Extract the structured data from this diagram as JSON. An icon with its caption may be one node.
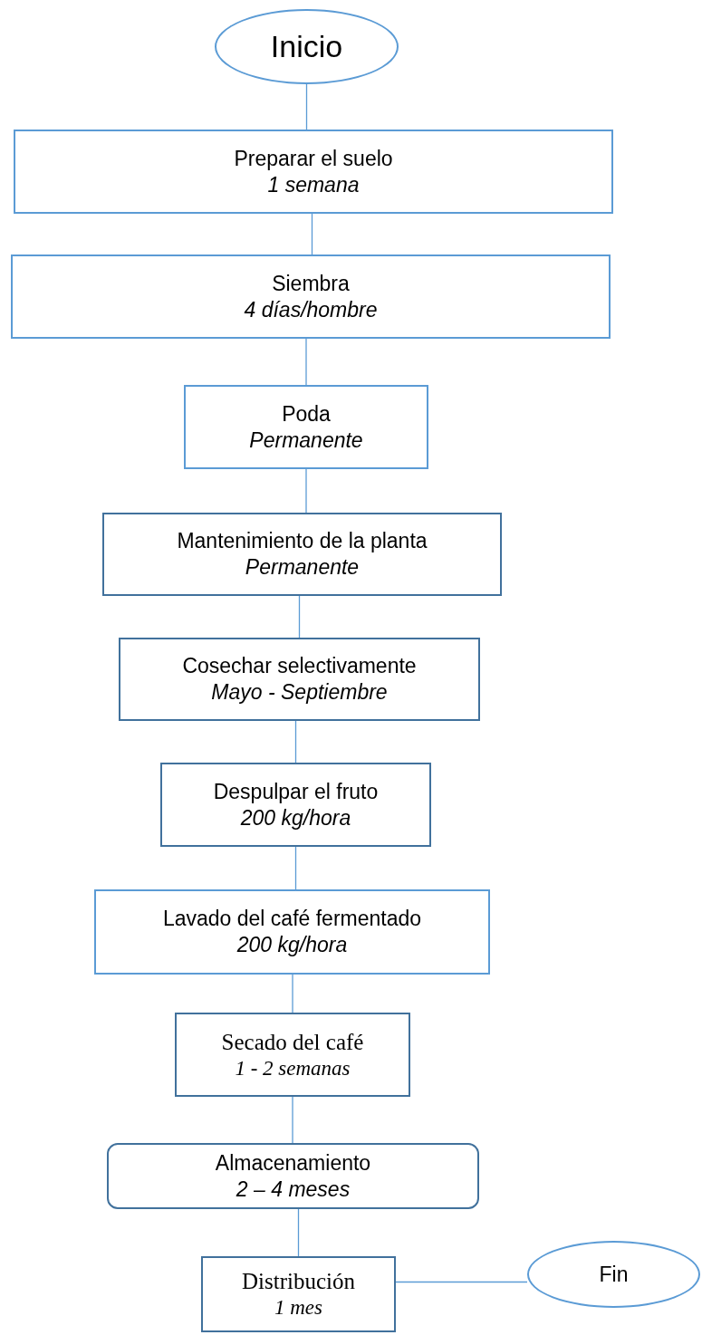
{
  "diagram": {
    "nodes": [
      {
        "text": [
          "Inicio"
        ]
      },
      {
        "text": [
          "Preparar el suelo",
          "1 semana"
        ]
      },
      {
        "text": [
          "Siembra",
          "4 días/hombre"
        ]
      },
      {
        "text": [
          "Poda",
          "Permanente"
        ]
      },
      {
        "text": [
          "Mantenimiento de la planta",
          "Permanente"
        ]
      },
      {
        "text": [
          "Cosechar selectivamente",
          "Mayo - Septiembre"
        ]
      },
      {
        "text": [
          "Despulpar el fruto",
          "200 kg/hora"
        ]
      },
      {
        "text": [
          "Lavado del café fermentado",
          "200 kg/hora"
        ]
      },
      {
        "text": [
          "Secado del café",
          "1 - 2 semanas"
        ]
      },
      {
        "text": [
          "Almacenamiento",
          "2 – 4 meses"
        ]
      },
      {
        "text": [
          "Distribución",
          "1 mes"
        ]
      },
      {
        "text": [
          "Fin"
        ]
      }
    ],
    "edges": [
      {
        "from": 0,
        "to": 1,
        "arrow": "none"
      },
      {
        "from": 1,
        "to": 2,
        "arrow": "none"
      },
      {
        "from": 2,
        "to": 3,
        "arrow": "none"
      },
      {
        "from": 3,
        "to": 4,
        "arrow": "none"
      },
      {
        "from": 4,
        "to": 5,
        "arrow": "none"
      },
      {
        "from": 5,
        "to": 6,
        "arrow": "none"
      },
      {
        "from": 6,
        "to": 7,
        "arrow": "none"
      },
      {
        "from": 7,
        "to": 8,
        "arrow": "none"
      },
      {
        "from": 8,
        "to": 9,
        "arrow": "none"
      },
      {
        "from": 9,
        "to": 10,
        "arrow": "none"
      },
      {
        "from": 10,
        "to": 11,
        "arrow": "none"
      }
    ]
  }
}
